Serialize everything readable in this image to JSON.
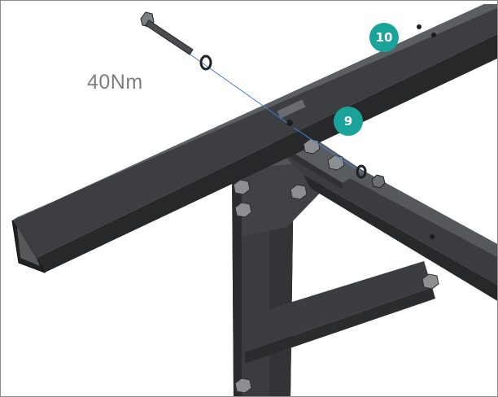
{
  "torque": {
    "label": "40Nm"
  },
  "callouts": [
    {
      "number": "10"
    },
    {
      "number": "9"
    }
  ],
  "colors": {
    "callout_fill": "#1aa39a",
    "steel": "#3a3c3f",
    "steel_dark": "#26282a",
    "steel_light": "#56595c",
    "guide_line": "#4a7fd6",
    "torque_text": "#7d7d7d"
  }
}
